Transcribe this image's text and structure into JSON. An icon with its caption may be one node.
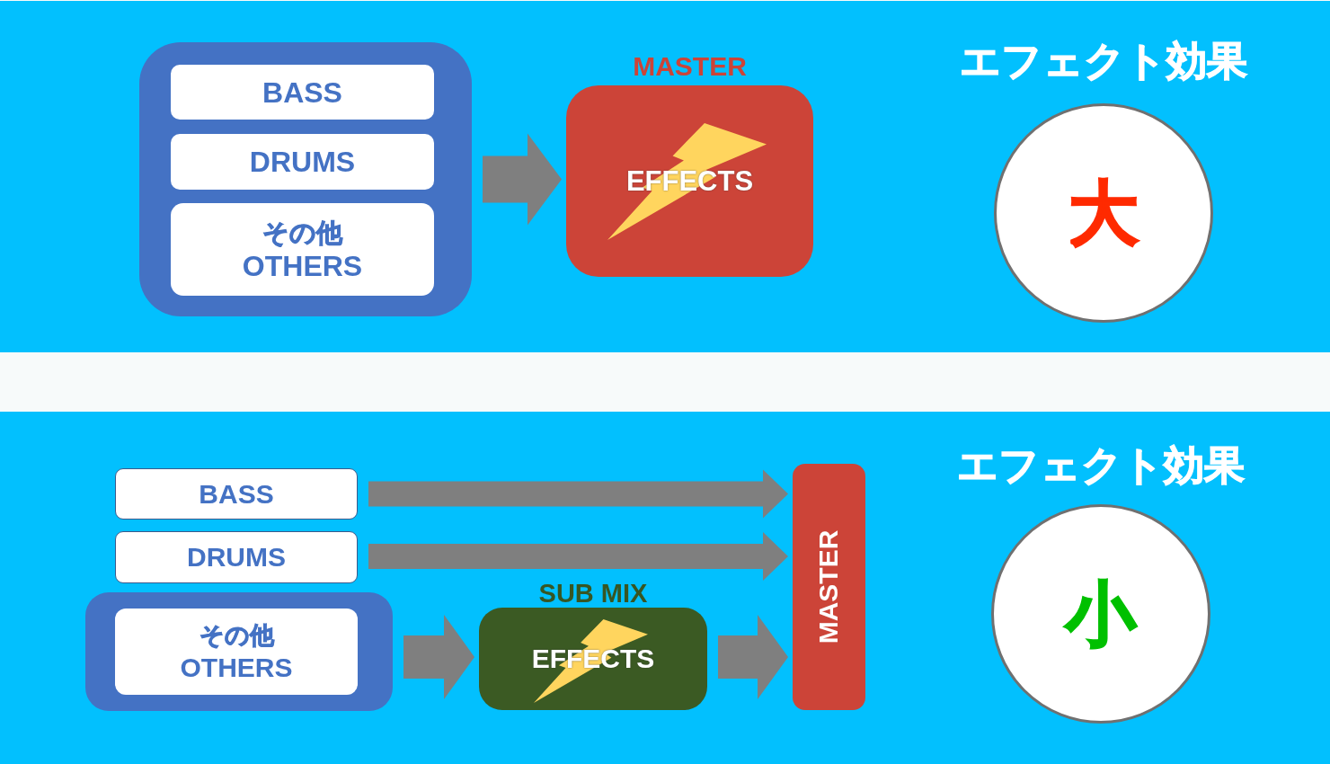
{
  "diagram": {
    "nodes": [
      {
        "text": [],
        "shape": "band"
      },
      {
        "text": [],
        "shape": "box",
        "in": 0
      },
      {
        "text": [
          "BASS"
        ],
        "in": 1
      },
      {
        "text": [
          "DRUMS"
        ],
        "in": 1
      },
      {
        "text": [
          "その他",
          "OTHERS"
        ],
        "in": 1
      },
      {
        "text": [
          "MASTER",
          "EFFECTS"
        ],
        "in": 0
      },
      {
        "text": [
          "エフェクト効果",
          "大"
        ],
        "in": 0
      },
      {
        "text": [],
        "shape": "band"
      },
      {
        "text": [
          "BASS"
        ],
        "in": 7
      },
      {
        "text": [
          "DRUMS"
        ],
        "in": 7
      },
      {
        "text": [],
        "shape": "box",
        "in": 7
      },
      {
        "text": [
          "その他",
          "OTHERS"
        ],
        "in": 10
      },
      {
        "text": [
          "SUB MIX",
          "EFFECTS"
        ],
        "in": 7
      },
      {
        "text": [
          "MASTER"
        ],
        "in": 7
      },
      {
        "text": [
          "エフェクト効果",
          "小"
        ],
        "in": 7
      }
    ],
    "edges": [
      {
        "from": 1,
        "to": 5,
        "arrow": "to"
      },
      {
        "from": 8,
        "to": 13,
        "arrow": "to"
      },
      {
        "from": 9,
        "to": 13,
        "arrow": "to"
      },
      {
        "from": 10,
        "to": 12,
        "arrow": "to"
      },
      {
        "from": 12,
        "to": 13,
        "arrow": "to"
      }
    ]
  }
}
